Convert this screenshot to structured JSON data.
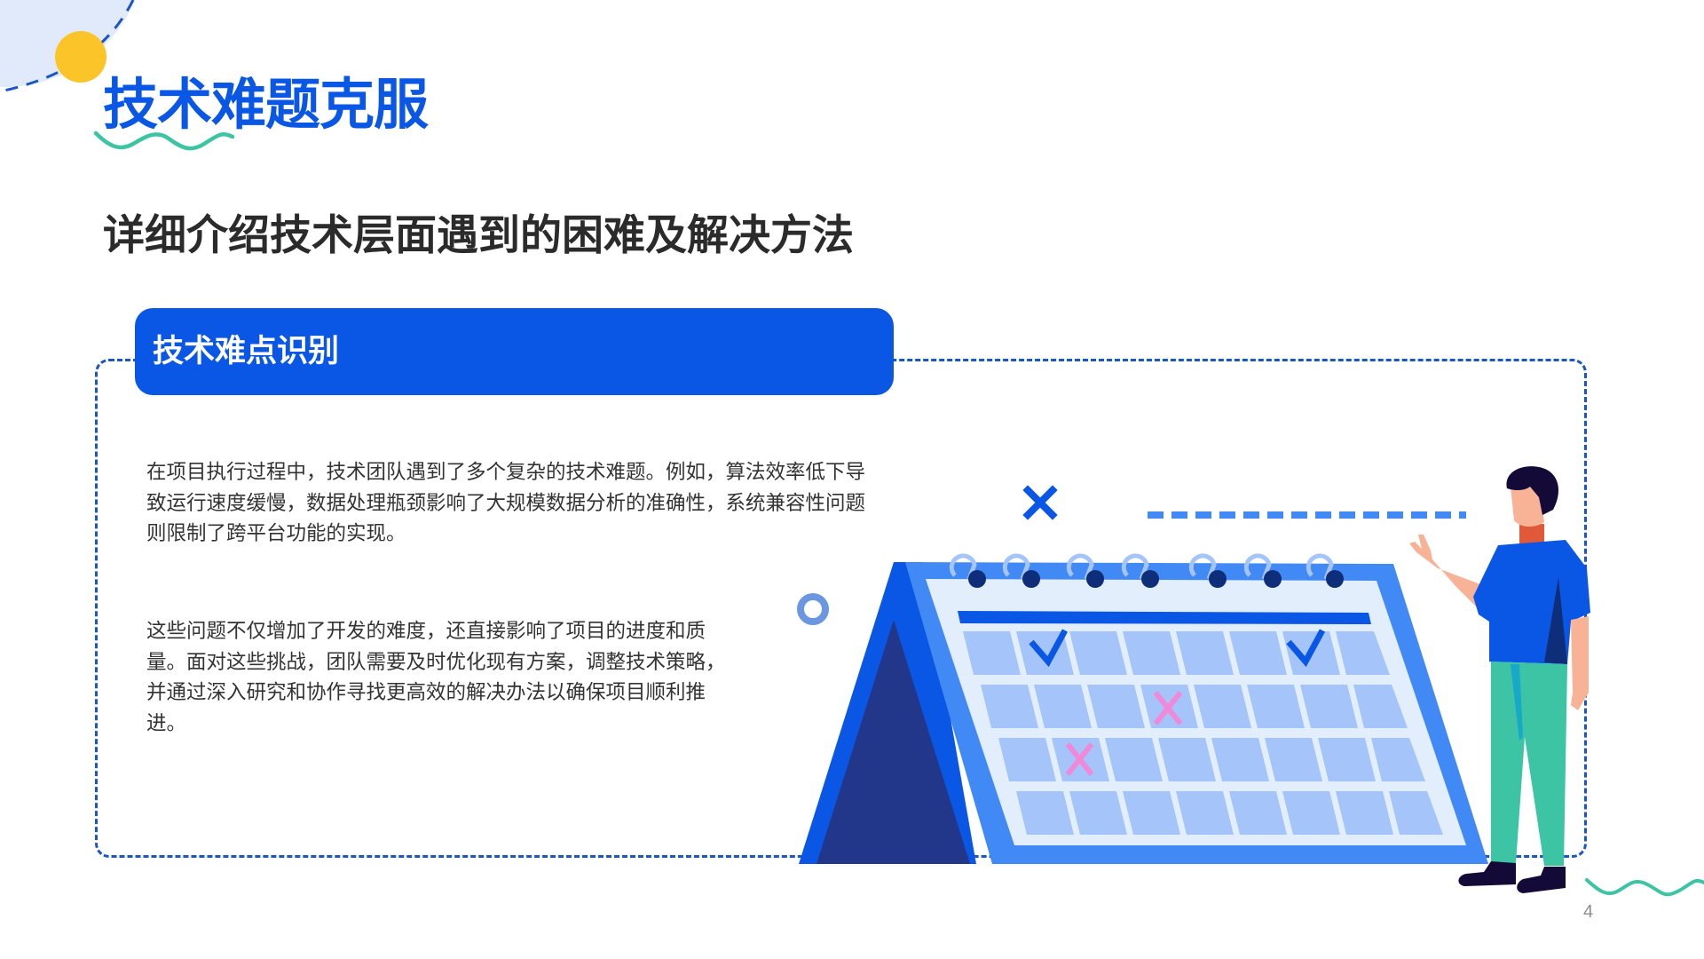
{
  "slide": {
    "title": "技术难题克服",
    "subtitle": "详细介绍技术层面遇到的困难及解决方法",
    "page_number": "4"
  },
  "card": {
    "header": "技术难点识别",
    "paragraphs": [
      "在项目执行过程中，技术团队遇到了多个复杂的技术难题。例如，算法效率低下导致运行速度缓慢，数据处理瓶颈影响了大规模数据分析的准确性，系统兼容性问题则限制了跨平台功能的实现。",
      "这些问题不仅增加了开发的难度，还直接影响了项目的进度和质量。面对这些挑战，团队需要及时优化现有方案，调整技术策略，并通过深入研究和协作寻找更高效的解决办法以确保项目顺利推进。"
    ]
  },
  "illustration": {
    "name": "calendar-with-person",
    "calendar_marks": {
      "checks": 2,
      "crosses": 2
    }
  },
  "colors": {
    "primary_blue": "#0a57e6",
    "dash_blue": "#1a56c4",
    "calendar_blue": "#4189f5",
    "calendar_light": "#e3eefc",
    "calendar_cell": "#a4c4fa",
    "calendar_dark": "#22368a",
    "accent_yellow": "#fbc52a",
    "accent_green": "#3cc4a4",
    "accent_pink": "#f08ad8",
    "corner_fill": "#e1eafb",
    "text_dark": "#2b2b2b",
    "text_body": "#333333",
    "page_number": "#8e8e8e"
  }
}
